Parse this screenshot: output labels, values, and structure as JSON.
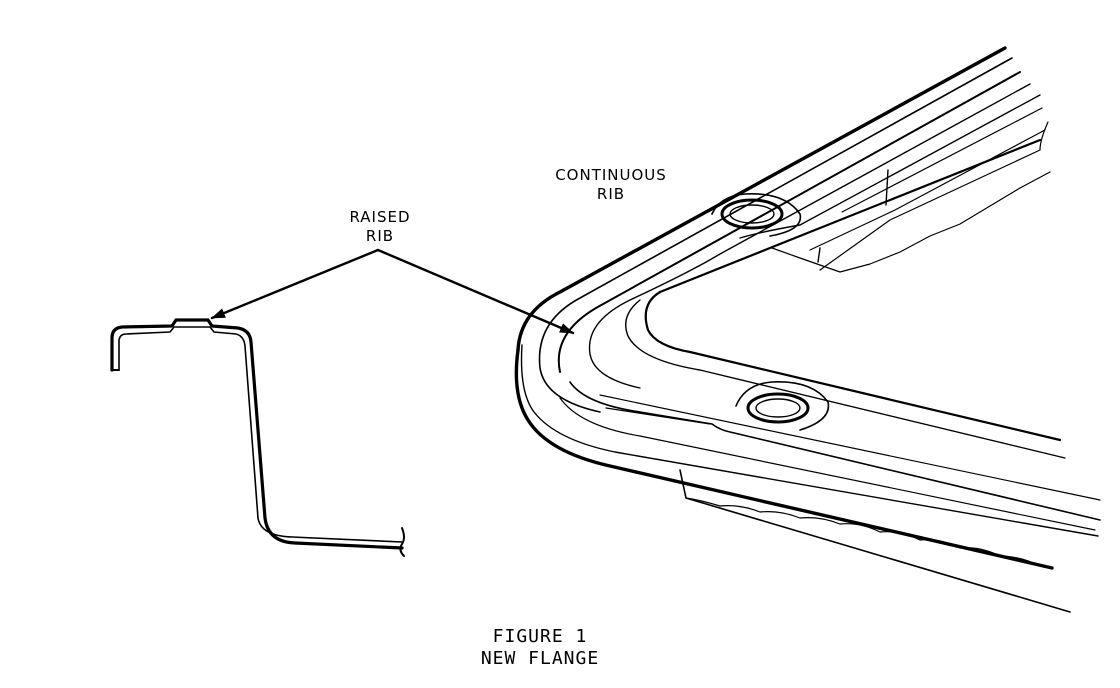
{
  "labels": {
    "raised_rib": [
      "RAISED",
      "RIB"
    ],
    "continuous_rib": [
      "CONTINUOUS",
      "RIB"
    ]
  },
  "caption": {
    "figure": "FIGURE 1",
    "title": "NEW FLANGE"
  },
  "colors": {
    "ink": "#000000",
    "paper": "#ffffff"
  }
}
